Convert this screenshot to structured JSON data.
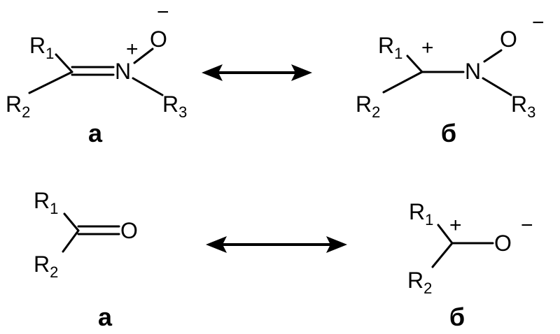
{
  "labels": {
    "r": "R",
    "n": "N",
    "o": "O",
    "sub1": "1",
    "sub2": "2",
    "sub3": "3",
    "plus": "+",
    "minus": "−",
    "tag_a": "а",
    "tag_b": "б"
  },
  "diagram": {
    "rows": [
      {
        "name": "nitrone-resonance",
        "left_structure": "nitrone C=N+–O−",
        "right_structure": "carbocation C+–N–O−"
      },
      {
        "name": "carbonyl-resonance",
        "left_structure": "carbonyl C=O",
        "right_structure": "carbocation C+–O−"
      }
    ],
    "arrow": "double-headed resonance arrow"
  }
}
